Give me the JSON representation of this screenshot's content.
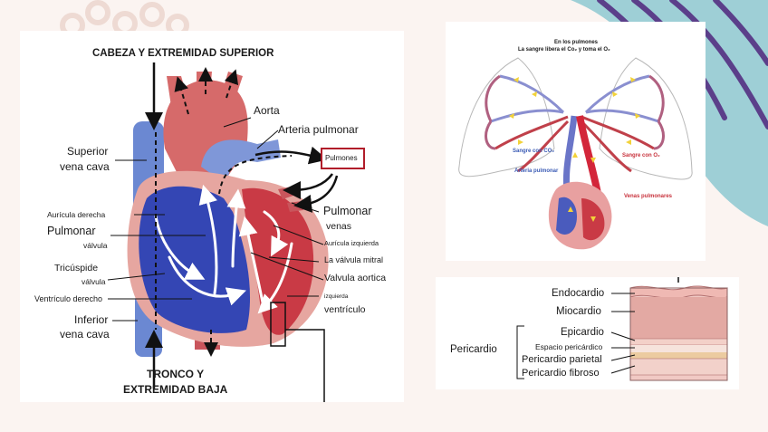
{
  "heart": {
    "head_label": "CABEZA Y EXTREMIDAD SUPERIOR",
    "aorta": "Aorta",
    "pulmonary_artery": "Arteria pulmonar",
    "svc_line1": "Superior",
    "svc_line2": "vena cava",
    "lungs_box": "Pulmones",
    "right_atrium": "Aurícula derecha",
    "pulm_valve_line1": "Pulmonar",
    "pulm_valve_line2": "válvula",
    "pulm_veins_line1": "Pulmonar",
    "pulm_veins_line2": "venas",
    "left_atrium": "Aurícula izquierda",
    "mitral": "La válvula mitral",
    "aortic": "Valvula aortica",
    "tricuspid_line1": "Tricúspide",
    "tricuspid_line2": "válvula",
    "right_ventricle": "Ventrículo derecho",
    "left_vent_line1": "izquierda",
    "left_vent_line2": "ventrículo",
    "ivc_line1": "Inferior",
    "ivc_line2": "vena cava",
    "trunk_line1": "TRONCO Y",
    "trunk_line2": "EXTREMIDAD BAJA"
  },
  "lungs": {
    "title_line1": "En los pulmones",
    "title_line2": "La sangre libera el Co₂ y toma el O₂",
    "blood_co2": "Sangre con CO₂",
    "pulm_artery": "Arteria pulmonar",
    "blood_o2": "Sangre con O₂",
    "pulm_veins": "Venas pulmonares"
  },
  "pericardium": {
    "endocardio": "Endocardio",
    "miocardio": "Miocardio",
    "pericardio": "Pericardio",
    "epicardio": "Epicardio",
    "espacio": "Espacio pericárdico",
    "parietal": "Pericardio parietal",
    "fibroso": "Pericardio fibroso"
  },
  "colors": {
    "background": "#fbf4f1",
    "deco_teal": "#9ecfd6",
    "deco_purple": "#5b3f8a",
    "deoxygenated": "#3b5bb5",
    "oxygenated": "#c8323c",
    "lungs_box_border": "#b11d2a"
  }
}
